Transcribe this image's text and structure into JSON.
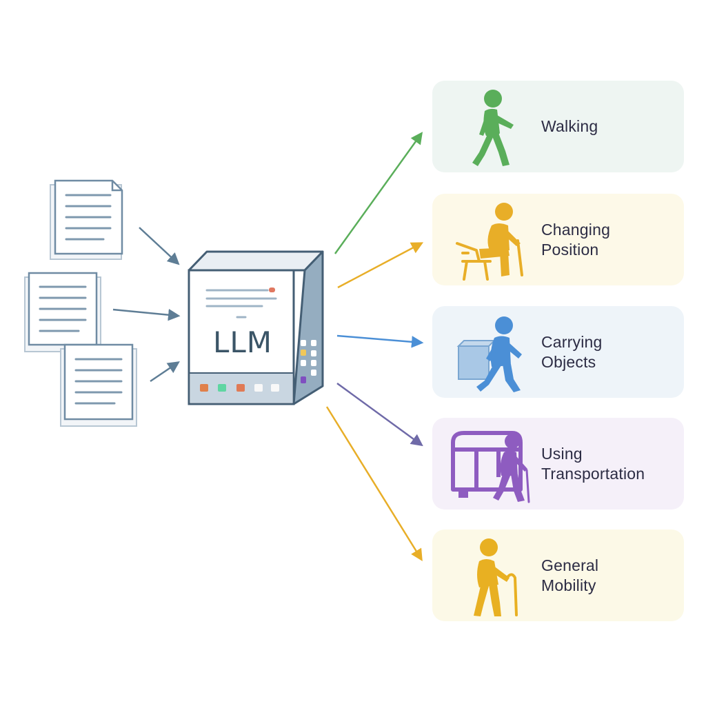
{
  "llm": {
    "label": "LLM"
  },
  "categories": [
    {
      "lines": [
        "Walking"
      ],
      "icon": "walking-person-icon",
      "color": "#5aae5a",
      "bg": "#eef5f2"
    },
    {
      "lines": [
        "Changing",
        "Position"
      ],
      "icon": "sit-to-stand-icon",
      "color": "#e8ae28",
      "bg": "#fdf9e8"
    },
    {
      "lines": [
        "Carrying",
        "Objects"
      ],
      "icon": "carrying-box-icon",
      "color": "#4b8fd6",
      "bg": "#eef4f9"
    },
    {
      "lines": [
        "Using",
        "Transportation"
      ],
      "icon": "bus-person-icon",
      "color": "#8e5cc0",
      "bg": "#f5f0f9"
    },
    {
      "lines": [
        "General",
        "Mobility"
      ],
      "icon": "person-with-cane-icon",
      "color": "#e8b022",
      "bg": "#fcf9e7"
    }
  ],
  "colors": {
    "doc_stroke": "#6f8ba3",
    "input_arrow": "#5e7d95",
    "box_outline": "#445e74"
  }
}
